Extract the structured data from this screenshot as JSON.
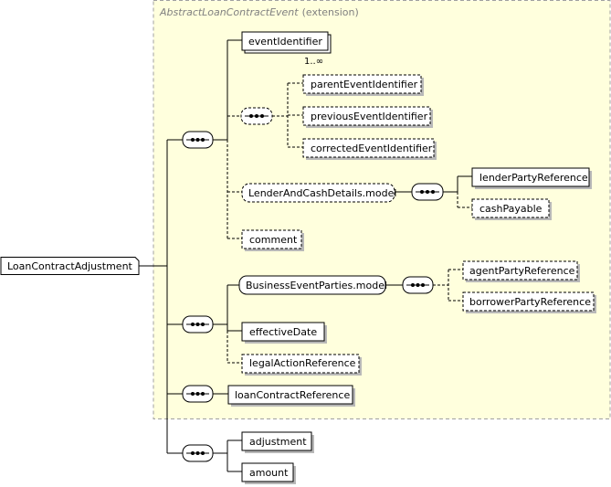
{
  "extension": {
    "base_type": "AbstractLoanContractEvent",
    "suffix": "(extension)"
  },
  "root": {
    "label": "LoanContractAdjustment"
  },
  "nodes": {
    "event_identifier": {
      "label": "eventIdentifier",
      "occurrence": "1..∞"
    },
    "parent_event_identifier": {
      "label": "parentEventIdentifier"
    },
    "previous_event_identifier": {
      "label": "previousEventIdentifier"
    },
    "corrected_event_identifier": {
      "label": "correctedEventIdentifier"
    },
    "lender_and_cash_details": {
      "label": "LenderAndCashDetails.model"
    },
    "lender_party_reference": {
      "label": "lenderPartyReference"
    },
    "cash_payable": {
      "label": "cashPayable"
    },
    "comment": {
      "label": "comment"
    },
    "business_event_parties": {
      "label": "BusinessEventParties.model"
    },
    "agent_party_reference": {
      "label": "agentPartyReference"
    },
    "borrower_party_reference": {
      "label": "borrowerPartyReference"
    },
    "effective_date": {
      "label": "effectiveDate"
    },
    "legal_action_reference": {
      "label": "legalActionReference"
    },
    "loan_contract_reference": {
      "label": "loanContractReference"
    },
    "adjustment": {
      "label": "adjustment"
    },
    "amount": {
      "label": "amount"
    }
  }
}
